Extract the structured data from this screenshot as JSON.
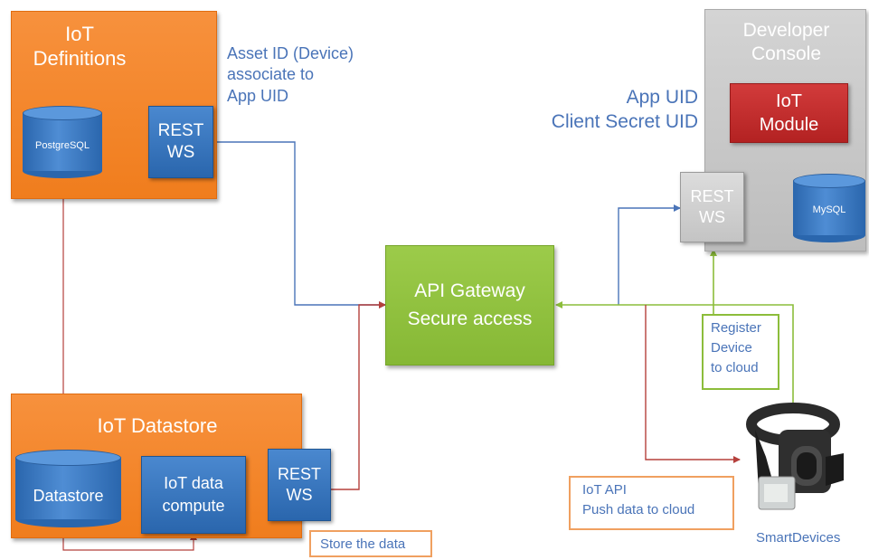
{
  "boxes": {
    "iot_definitions": {
      "title_line1": "IoT",
      "title_line2": "Definitions"
    },
    "iot_datastore": {
      "title": "IoT Datastore"
    },
    "developer_console": {
      "title_line1": "Developer",
      "title_line2": "Console"
    },
    "api_gateway": {
      "line1": "API Gateway",
      "line2": "Secure access"
    },
    "iot_module": {
      "line1": "IoT",
      "line2": "Module"
    },
    "iot_data_compute": {
      "line1": "IoT data",
      "line2": "compute"
    }
  },
  "rest_ws": {
    "line1": "REST",
    "line2": "WS"
  },
  "databases": {
    "postgresql": "PostgreSQL",
    "datastore": "Datastore",
    "mysql": "MySQL"
  },
  "notes": {
    "asset_id": [
      "Asset ID (Device)",
      "associate to",
      "App UID"
    ],
    "app_uid": "App UID",
    "client_secret": "Client Secret UID"
  },
  "callouts": {
    "register": [
      "Register",
      "Device",
      "to cloud"
    ],
    "iot_api": [
      "IoT API",
      "Push data to cloud"
    ],
    "store": "Store the data"
  },
  "device_label": "SmartDevices",
  "colors": {
    "orange": "#f07d1d",
    "green": "#8cbd3b",
    "blue": "#2a66ad",
    "red": "#c0392b",
    "gray": "#c8c8c8",
    "text_blue": "#4a74b8",
    "line_blue": "#4a74b8",
    "line_red": "#b5403c",
    "line_green": "#8cbd3b",
    "line_gray": "#8a8a8a"
  }
}
